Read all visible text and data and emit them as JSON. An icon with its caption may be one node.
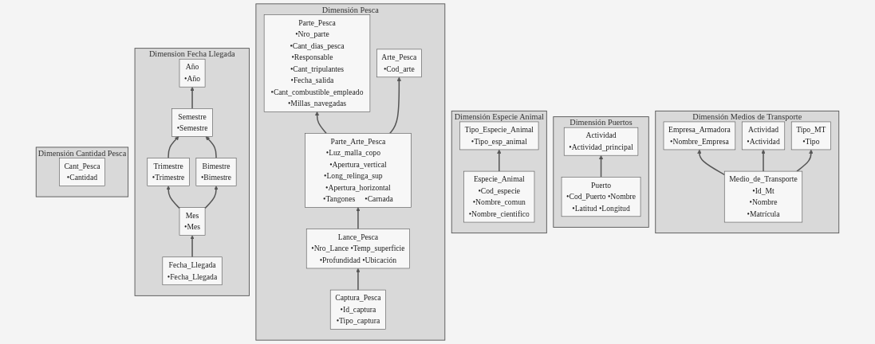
{
  "diagram": {
    "nodes": [
      {
        "text": [
          "Dimensión Medios de Transporte"
        ]
      },
      {
        "text": [
          "Empresa_Armadora",
          "•Nombre_Empresa"
        ],
        "in": 0
      },
      {
        "text": [
          "Actividad",
          "•Actividad"
        ],
        "in": 0
      },
      {
        "text": [
          "Tipo_MT",
          "•Tipo"
        ],
        "in": 0
      },
      {
        "text": [
          "Medio_de_Transporte",
          "•Id_Mt",
          "•Nombre",
          "•Matrícula"
        ],
        "in": 0
      },
      {
        "text": [
          "Dimensión Puertos"
        ]
      },
      {
        "text": [
          "Actividad",
          "•Actividad_principal"
        ],
        "in": 5
      },
      {
        "text": [
          "Puerto",
          "•Cod_Puerto",
          "•Nombre",
          "•Latitud",
          "•Longitud"
        ],
        "in": 5
      },
      {
        "text": [
          "Dimensión Especie Animal"
        ]
      },
      {
        "text": [
          "Tipo_Especie_Animal",
          "•Tipo_esp_animal"
        ],
        "in": 8
      },
      {
        "text": [
          "Especie_Animal",
          "•Cod_especie",
          "•Nombre_comun",
          "•Nombre_cientifico"
        ],
        "in": 8
      },
      {
        "text": [
          "Dimensión Pesca"
        ]
      },
      {
        "text": [
          "Parte_Pesca",
          "•Nro_parte",
          "•Cant_dias_pesca",
          "•Responsable",
          "•Cant_tripulantes",
          "•Fecha_salida",
          "•Cant_combustible_empleado",
          "•Millas_navegadas"
        ],
        "in": 11
      },
      {
        "text": [
          "Arte_Pesca",
          "•Cod_arte"
        ],
        "in": 11
      },
      {
        "text": [
          "Parte_Arte_Pesca",
          "•Luz_malla_copo",
          "•Apertura_vertical",
          "•Long_relinga_sup",
          "•Apertura_horizontal",
          "•Tangones",
          "•Carnada"
        ],
        "in": 11
      },
      {
        "text": [
          "Lance_Pesca",
          "•Nro_Lance",
          "•Temp_superficie",
          "•Profundidad",
          "•Ubicación"
        ],
        "in": 11
      },
      {
        "text": [
          "Captura_Pesca",
          "•Id_captura",
          "•Tipo_captura"
        ],
        "in": 11
      },
      {
        "text": [
          "Dimension Fecha Llegada"
        ]
      },
      {
        "text": [
          "Año",
          "•Año"
        ],
        "in": 17
      },
      {
        "text": [
          "Semestre",
          "•Semestre"
        ],
        "in": 17
      },
      {
        "text": [
          "Trimestre",
          "•Trimestre"
        ],
        "in": 17
      },
      {
        "text": [
          "Bimestre",
          "•Bimestre"
        ],
        "in": 17
      },
      {
        "text": [
          "Mes",
          "•Mes"
        ],
        "in": 17
      },
      {
        "text": [
          "Fecha_Llegada",
          "•Fecha_Llegada"
        ],
        "in": 17
      },
      {
        "text": [
          "Dimensión Cantidad Pesca"
        ]
      },
      {
        "text": [
          "Cant_Pesca",
          "•Cantidad"
        ],
        "in": 24
      }
    ],
    "edges": [
      {
        "from": 4,
        "to": 1,
        "arrow": "to"
      },
      {
        "from": 4,
        "to": 2,
        "arrow": "to"
      },
      {
        "from": 4,
        "to": 3,
        "arrow": "to"
      },
      {
        "from": 7,
        "to": 6,
        "arrow": "to"
      },
      {
        "from": 10,
        "to": 9,
        "arrow": "to"
      },
      {
        "from": 14,
        "to": 12,
        "arrow": "to"
      },
      {
        "from": 14,
        "to": 13,
        "arrow": "to"
      },
      {
        "from": 15,
        "to": 14,
        "arrow": "to"
      },
      {
        "from": 16,
        "to": 15,
        "arrow": "to"
      },
      {
        "from": 19,
        "to": 18,
        "arrow": "to"
      },
      {
        "from": 20,
        "to": 19,
        "arrow": "to"
      },
      {
        "from": 21,
        "to": 19,
        "arrow": "to"
      },
      {
        "from": 22,
        "to": 20,
        "arrow": "to"
      },
      {
        "from": 22,
        "to": 21,
        "arrow": "to"
      },
      {
        "from": 23,
        "to": 22,
        "arrow": "to"
      }
    ]
  }
}
